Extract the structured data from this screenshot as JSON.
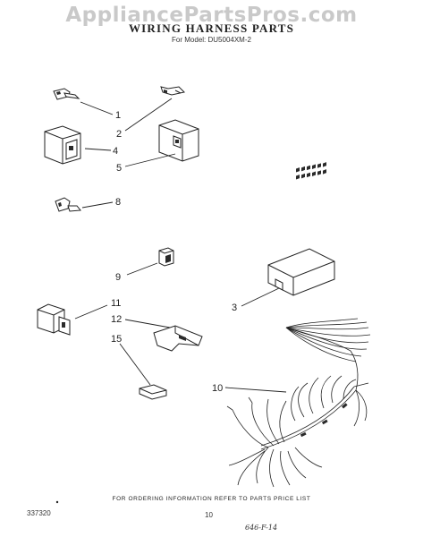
{
  "watermark": "AppliancePartsPros.com",
  "header": {
    "title": "WIRING HARNESS PARTS",
    "model_line": "For Model: DU5004XM-2"
  },
  "callouts": {
    "c1": "1",
    "c2": "2",
    "c3": "3",
    "c4": "4",
    "c5": "5",
    "c8": "8",
    "c9": "9",
    "c10": "10",
    "c11": "11",
    "c12": "12",
    "c15": "15"
  },
  "footer": {
    "ordering_note": "FOR ORDERING INFORMATION REFER TO PARTS PRICE LIST",
    "doc_code": "337320",
    "page_number": "10",
    "handwritten_note": "646-F-14"
  }
}
